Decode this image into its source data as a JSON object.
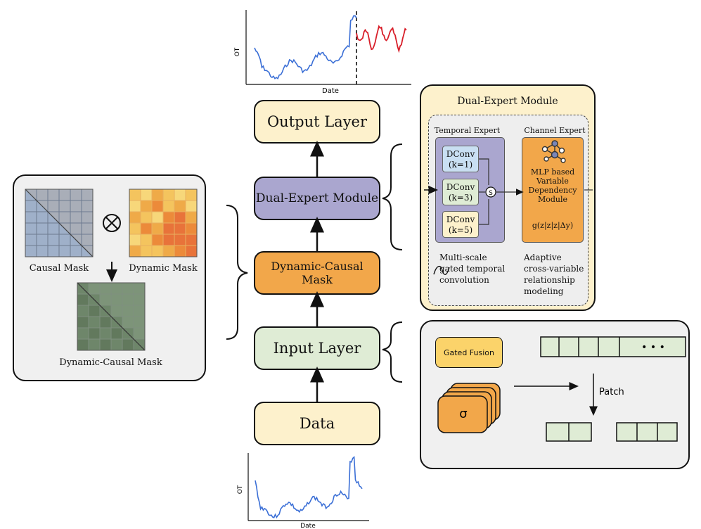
{
  "colors": {
    "output": "#fdf1cc",
    "dual": "#aaa6cf",
    "mask": "#f2a74a",
    "input": "#dfecd5",
    "data": "#fdf1cc",
    "history_line": "#3b6fd6",
    "forecast_line": "#d81f2a",
    "channel_expert": "#f2a74a",
    "temporal_expert": "#aaa6cf"
  },
  "top_chart": {
    "ylabel": "OT",
    "xlabel": "Date"
  },
  "bottom_chart": {
    "ylabel": "OT",
    "xlabel": "Date"
  },
  "pipeline": {
    "output": "Output Layer",
    "dual": "Dual-Expert Module",
    "mask": "Dynamic-Causal Mask",
    "input": "Input Layer",
    "data": "Data"
  },
  "mask_panel": {
    "causal_label": "Causal Mask",
    "dynamic_label": "Dynamic Mask",
    "result_label": "Dynamic-Causal Mask",
    "operator_icon": "circled-times-icon"
  },
  "expert_panel": {
    "title": "Dual-Expert Module",
    "temporal_title": "Temporal Expert",
    "channel_title": "Channel Expert",
    "dconv": [
      {
        "name": "DConv",
        "param": "(k=1)"
      },
      {
        "name": "DConv",
        "param": "(k=3)"
      },
      {
        "name": "DConv",
        "param": "(k=5)"
      }
    ],
    "sum_symbol": "S",
    "channel_lines": [
      "MLP based",
      "Variable",
      "Dependency",
      "Module"
    ],
    "formula": "g(z|z|z|Δy)",
    "temporal_desc": [
      "Multi-scale",
      "gated temporal",
      "convolution"
    ],
    "channel_desc": [
      "Adaptive",
      "cross-variable",
      "relationship",
      "modeling"
    ]
  },
  "input_panel": {
    "gated_fusion": "Gated Fusion",
    "ellipsis": "• • •",
    "sigma": "σ",
    "patch_label": "Patch"
  }
}
